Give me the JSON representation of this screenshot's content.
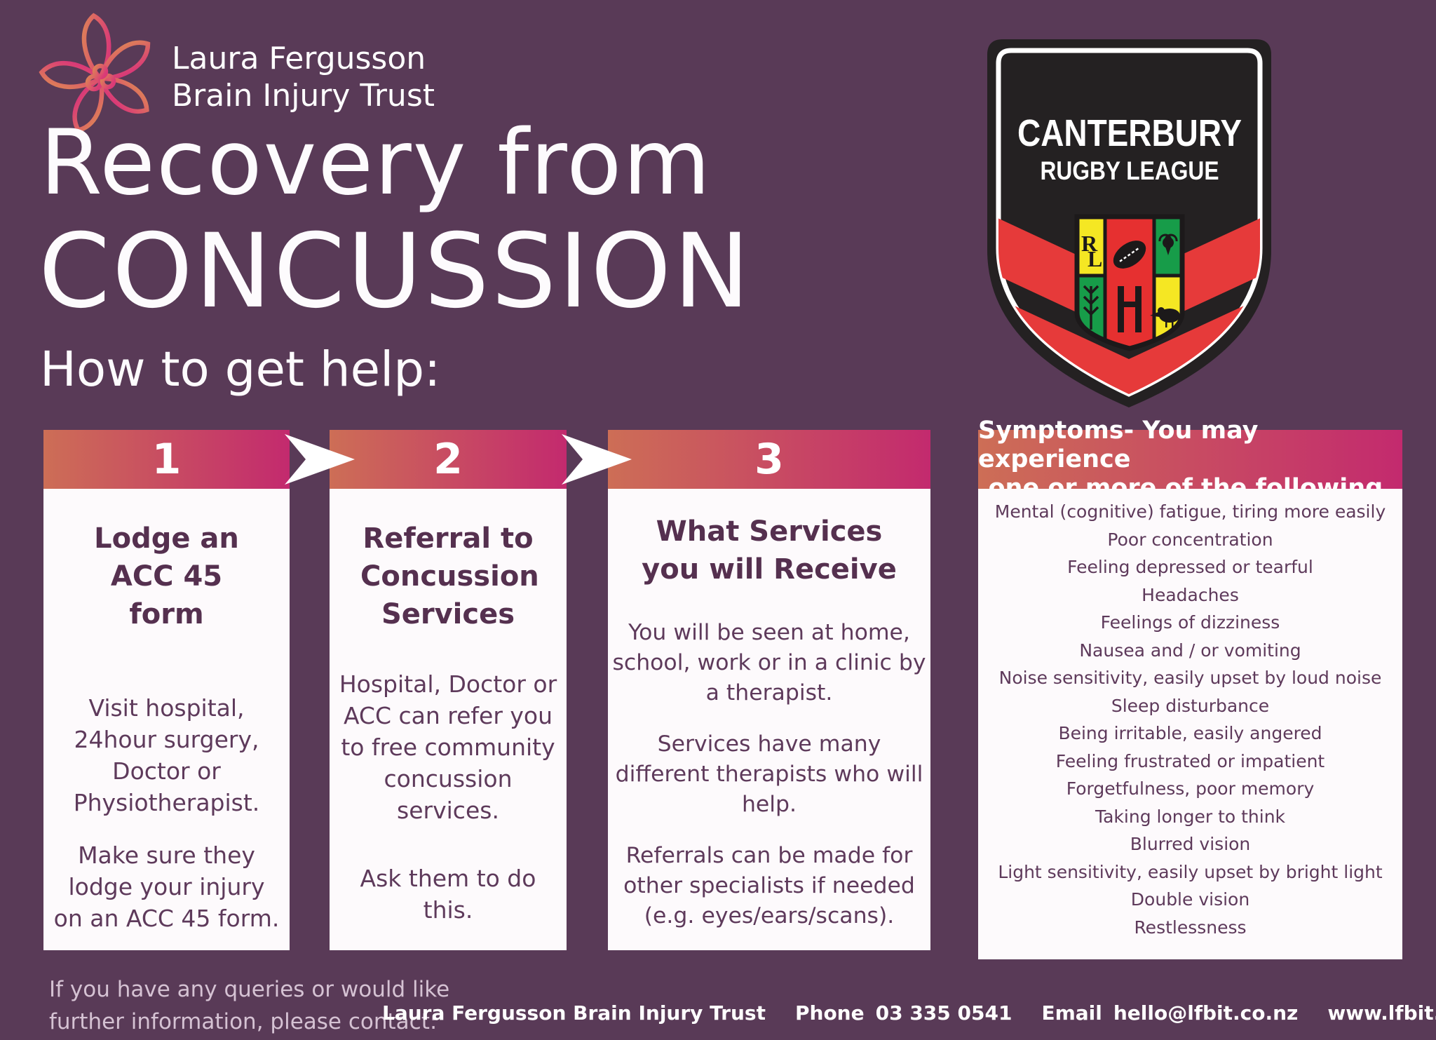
{
  "colors": {
    "background": "#593a57",
    "card_background": "#fdfafc",
    "header_gradient_start": "#cd6e56",
    "header_gradient_end": "#c32a6e",
    "body_text": "#5e3a5b",
    "title_text": "#ffffff",
    "shield_red": "#e63a3a",
    "shield_black": "#242122",
    "crest_yellow": "#f5e723",
    "crest_green": "#179c49",
    "footer_note_text": "#d5c2d3"
  },
  "brand": {
    "line1": "Laura Fergusson",
    "line2": "Brain Injury Trust"
  },
  "title": {
    "line1": "Recovery from",
    "line2": "CONCUSSION",
    "subtitle": "How to get help:"
  },
  "badge": {
    "line1": "CANTERBURY",
    "line2": "RUGBY LEAGUE"
  },
  "steps": [
    {
      "number": "1",
      "title": "Lodge an ACC 45 form",
      "para1": "Visit hospital, 24hour surgery, Doctor or Physiotherapist.",
      "para2": "Make sure they lodge your injury on an ACC 45 form."
    },
    {
      "number": "2",
      "title": "Referral to Concussion Services",
      "para1": "Hospital, Doctor or ACC can refer you to free community concussion services.",
      "para2": "Ask them to do this."
    },
    {
      "number": "3",
      "title": "What Services you will Receive",
      "para1": "You will be seen at home, school, work or in a clinic by a therapist.",
      "para2": "Services have many different therapists who will help.",
      "para3": "Referrals can be made for other specialists if needed (e.g. eyes/ears/scans)."
    }
  ],
  "symptoms": {
    "header_line1": "Symptoms- You may experience",
    "header_line2": "one or more of the following.",
    "items": [
      "Mental (cognitive) fatigue, tiring more easily",
      "Poor concentration",
      "Feeling depressed or tearful",
      "Headaches",
      "Feelings of dizziness",
      "Nausea and / or vomiting",
      "Noise sensitivity, easily upset by loud noise",
      "Sleep disturbance",
      "Being irritable, easily angered",
      "Feeling frustrated or impatient",
      "Forgetfulness, poor memory",
      "Taking longer to think",
      "Blurred vision",
      "Light sensitivity, easily upset by bright light",
      "Double vision",
      "Restlessness"
    ]
  },
  "footer": {
    "note_line1": "If you have any queries or would like",
    "note_line2": "further information, please contact:",
    "org": "Laura Fergusson Brain Injury Trust",
    "phone_label": "Phone",
    "phone_value": "03 335 0541",
    "email_label": "Email",
    "email_value": "hello@lfbit.co.nz",
    "website": "www.lfbit.co.nz"
  }
}
